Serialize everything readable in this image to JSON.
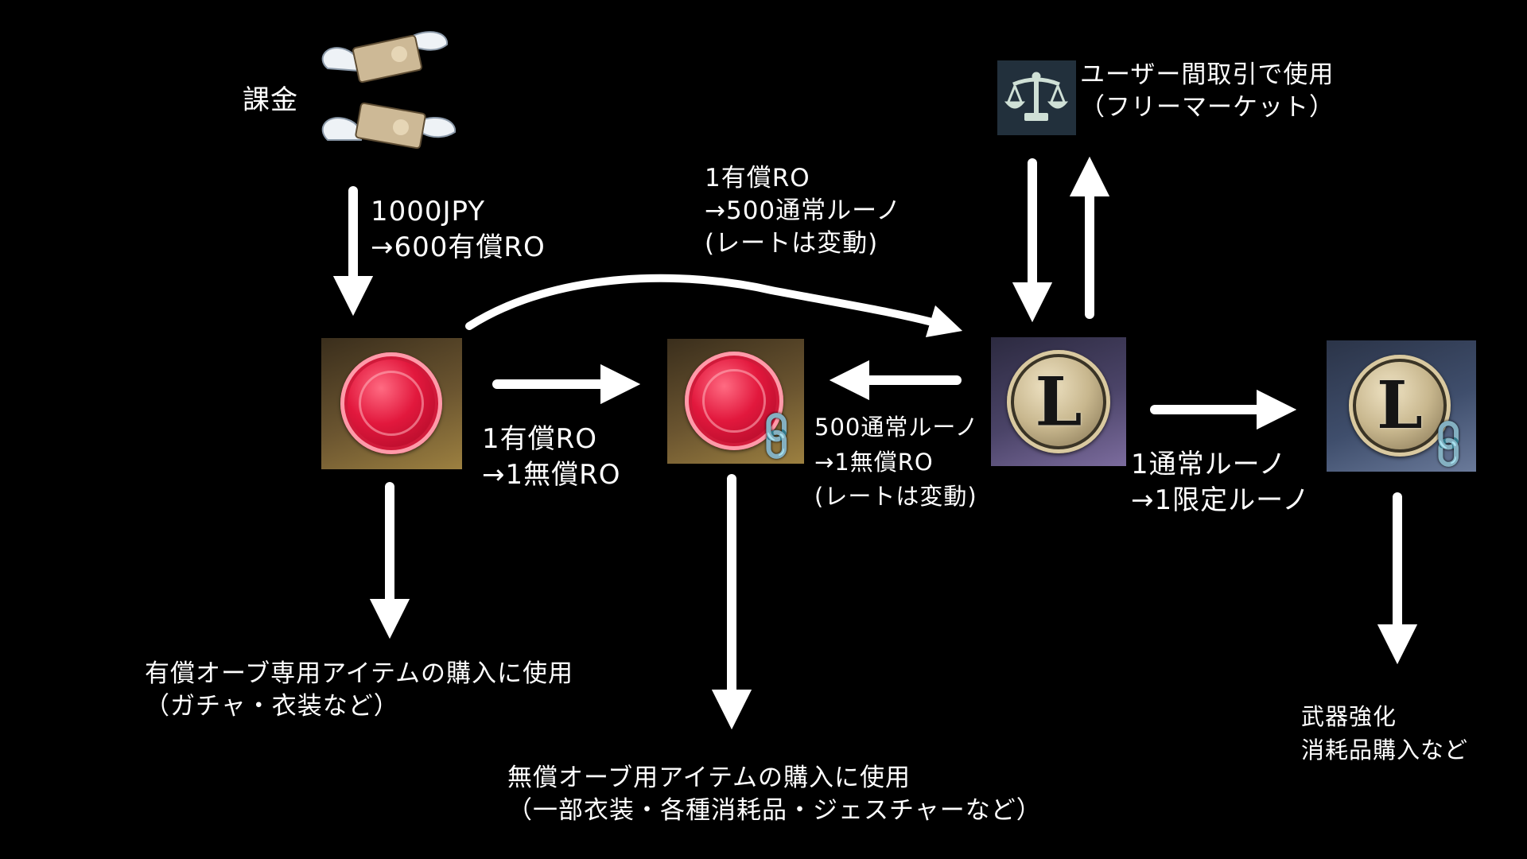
{
  "top": {
    "payment_label": "課金",
    "payment_icon": "flying-money-icon"
  },
  "labels": {
    "jpy_to_paid": [
      "1000JPY",
      "→600有償RO"
    ],
    "paid_to_normal_luno": [
      "1有償RO",
      "→500通常ルーノ",
      "(レートは変動)"
    ],
    "paid_to_free": [
      "1有償RO",
      "→1無償RO"
    ],
    "luno_to_free": [
      "500通常ルーノ",
      "→1無償RO",
      "(レートは変動)"
    ],
    "normal_to_limited": [
      "1通常ルーノ",
      "→1限定ルーノ"
    ],
    "market": [
      "ユーザー間取引で使用",
      "（フリーマーケット）"
    ],
    "paid_usage": [
      "有償オーブ専用アイテムの購入に使用",
      "（ガチャ・衣装など）"
    ],
    "free_usage": [
      "無償オーブ用アイテムの購入に使用",
      "（一部衣装・各種消耗品・ジェスチャーなど）"
    ],
    "limited_usage": [
      "武器強化",
      "消耗品購入など"
    ]
  },
  "nodes": {
    "paid_orb": {
      "icon": "paid-red-orb-icon"
    },
    "free_orb": {
      "icon": "free-red-orb-linked-icon"
    },
    "normal_luno": {
      "icon": "normal-luno-coin-icon",
      "glyph": "L"
    },
    "limited_luno": {
      "icon": "limited-luno-coin-linked-icon",
      "glyph": "L"
    },
    "market": {
      "icon": "scales-icon"
    },
    "chain_glyph": "🔗"
  }
}
